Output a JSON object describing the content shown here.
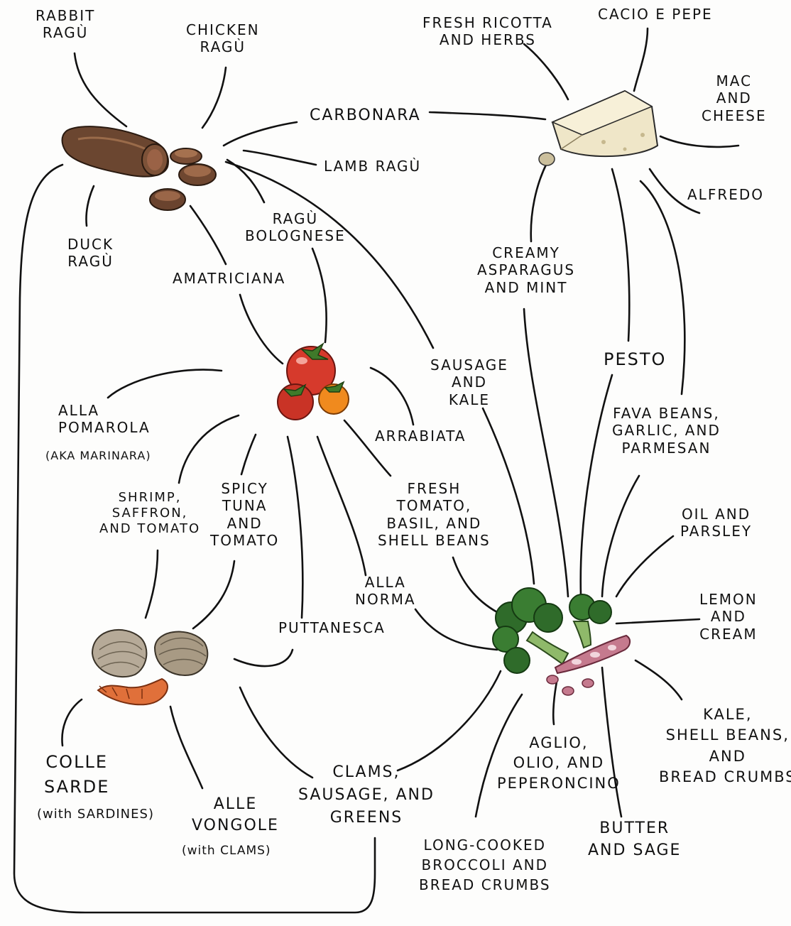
{
  "hubs": {
    "sausage": "sausage-illustration",
    "cheese": "cheese-illustration",
    "tomato": "tomato-illustration",
    "shellfish": "shellfish-illustration",
    "broccoli": "broccoli-illustration"
  },
  "labels": {
    "rabbit_ragu": [
      "RABBIT",
      "RAGÙ"
    ],
    "chicken_ragu": [
      "CHICKEN",
      "RAGÙ"
    ],
    "duck_ragu": [
      "DUCK",
      "RAGÙ"
    ],
    "carbonara": [
      "CARBONARA"
    ],
    "lamb_ragu": [
      "LAMB RAGÙ"
    ],
    "ragu_bolognese": [
      "RAGÙ",
      "BOLOGNESE"
    ],
    "amatriciana": [
      "AMATRICIANA"
    ],
    "fresh_ricotta": [
      "FRESH RICOTTA",
      "and HERBS"
    ],
    "cacio_e_pepe": [
      "CACIO e PEPE"
    ],
    "mac_and_cheese": [
      "MAC",
      "and",
      "CHEESE"
    ],
    "alfredo": [
      "ALFREDO"
    ],
    "creamy_asparagus": [
      "CREAMY",
      "ASPARAGUS",
      "and MINT"
    ],
    "pesto": [
      "PESTO"
    ],
    "fava_beans": [
      "FAVA BEANS,",
      "GARLIC, and",
      "PARMESAN"
    ],
    "sausage_and_kale": [
      "SAUSAGE",
      "and",
      "KALE"
    ],
    "arrabiata": [
      "ARRABIATA"
    ],
    "alla_pomarola": [
      "ALLA",
      "POMAROLA"
    ],
    "aka_marinara": [
      "(AKA MARINARA)"
    ],
    "shrimp_saffron": [
      "SHRIMP,",
      "SAFFRON,",
      "and TOMATO"
    ],
    "spicy_tuna": [
      "SPICY",
      "TUNA",
      "and",
      "TOMATO"
    ],
    "fresh_tomato": [
      "FRESH",
      "TOMATO,",
      "BASIL, and",
      "SHELL BEANS"
    ],
    "oil_and_parsley": [
      "OIL and",
      "PARSLEY"
    ],
    "alla_norma": [
      "ALLA",
      "NORMA"
    ],
    "puttanesca": [
      "PUTTANESCA"
    ],
    "lemon_and_cream": [
      "LEMON",
      "and",
      "CREAM"
    ],
    "colle_sarde": [
      "COLLE",
      "SARDE"
    ],
    "with_sardines": [
      "(with SARDINES)"
    ],
    "alle_vongole": [
      "ALLE",
      "VONGOLE"
    ],
    "with_clams": [
      "(with CLAMS)"
    ],
    "clams_sausage_greens": [
      "CLAMS,",
      "SAUSAGE, and",
      "GREENS"
    ],
    "aglio_olio": [
      "AGLIO,",
      "OLIO, and",
      "PEPERONCINO"
    ],
    "kale_shell_beans": [
      "KALE,",
      "SHELL BEANS,",
      "and",
      "BREAD CRUMBS"
    ],
    "long_cooked_broccoli": [
      "LONG-COOKED",
      "BROCCOLI and",
      "BREAD CRUMBS"
    ],
    "butter_and_sage": [
      "BUTTER",
      "and SAGE"
    ]
  },
  "colors": {
    "ink": "#111111",
    "sausage": "#6b4630",
    "cheese": "#efe6c8",
    "tomato_red": "#d63a2c",
    "tomato_orange": "#f08a1e",
    "leaf_green": "#3f7a2a",
    "clam": "#b6aa98",
    "shrimp": "#e0703a",
    "broccoli": "#2f6b2a",
    "bean_pod": "#c57a8e"
  }
}
